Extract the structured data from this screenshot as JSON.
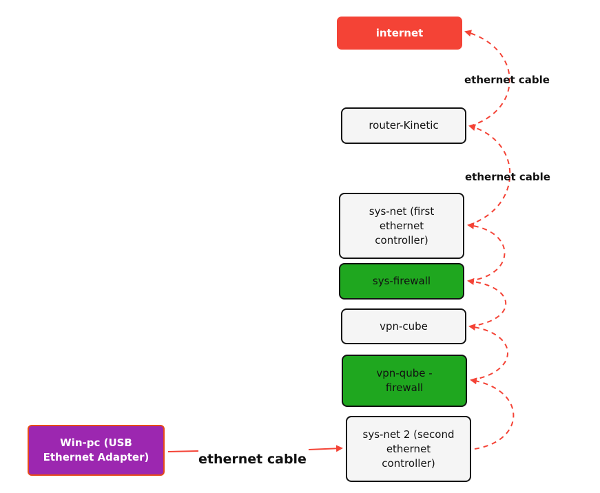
{
  "nodes": {
    "internet": "internet",
    "router": "router-Kinetic",
    "sys_net": "sys-net (first\nethernet\ncontroller)",
    "sys_firewall": "sys-firewall",
    "vpn_cube": "vpn-cube",
    "vpn_qube_firewall": "vpn-qube -\nfirewall",
    "sys_net_2": "sys-net 2 (second\nethernet\ncontroller)",
    "win_pc": "Win-pc (USB\nEthernet Adapter)"
  },
  "edge_labels": {
    "internet_router": "ethernet cable",
    "router_sysnet": "ethernet cable",
    "winpc_sysnet2": "ethernet cable"
  },
  "colors": {
    "arrow": "#f44336",
    "internet": "#f44336",
    "green_node": "#1fa71f",
    "win_pc": "#9c27b0"
  }
}
